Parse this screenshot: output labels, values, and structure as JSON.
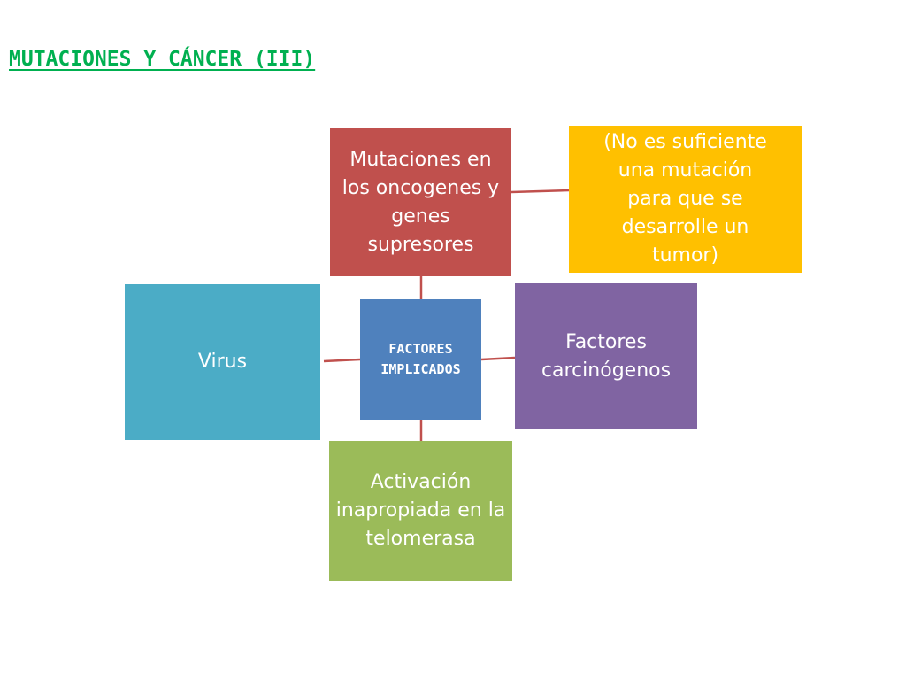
{
  "title": "MUTACIONES Y CÁNCER (III)",
  "diagram": {
    "center": "FACTORES\nIMPLICADOS",
    "top": "Mutaciones en\nlos oncogenes y\ngenes\nsupresores",
    "left": "Virus",
    "right": "Factores\ncarcinógenos",
    "bottom": "Activación\ninapropiada en la\ntelomerasa",
    "note": "(No es suficiente\nuna mutación\n para que se\ndesarrolle un\ntumor)"
  },
  "colors": {
    "title": "#00b050",
    "center": "#4f81bd",
    "top": "#c0504d",
    "left": "#4bacc6",
    "right": "#8064a2",
    "bottom": "#9bbb59",
    "note": "#ffc000",
    "connector": "#c0504d"
  }
}
